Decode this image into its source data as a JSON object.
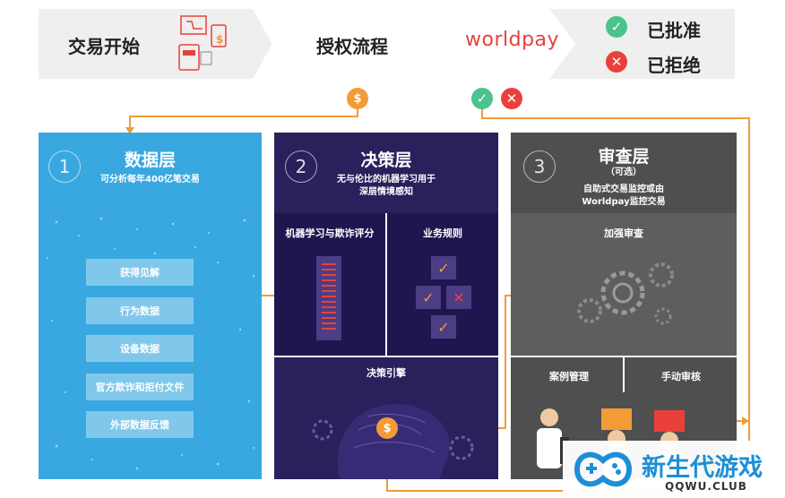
{
  "header": {
    "start_label": "交易开始",
    "auth_label": "授权流程",
    "brand": "worldpay",
    "approved_label": "已批准",
    "declined_label": "已拒绝",
    "approved_icon": "check-icon",
    "declined_icon": "x-icon",
    "dollar_symbol": "$",
    "check_symbol": "✓",
    "x_symbol": "✕"
  },
  "colors": {
    "accent_orange": "#f29b37",
    "approve_green": "#4cc28d",
    "decline_red": "#e8413c",
    "data_blue": "#3aa8e0",
    "decision_purple": "#2b1f5c",
    "review_gray": "#4f4f4f"
  },
  "data_layer": {
    "number": "1",
    "title": "数据层",
    "subtitle": "可分析每年400亿笔交易",
    "items": [
      "获得见解",
      "行为数据",
      "设备数据",
      "官方欺诈和拒付文件",
      "外部数据反馈"
    ]
  },
  "decision_layer": {
    "number": "2",
    "title": "决策层",
    "subtitle_line1": "无与伦比的机器学习用于",
    "subtitle_line2": "深层情境感知",
    "ml_label": "机器学习与欺诈评分",
    "rules_label": "业务规则",
    "engine_label": "决策引擎"
  },
  "review_layer": {
    "number": "3",
    "title": "审查层",
    "optional": "（可选）",
    "subtitle_line1": "自助式交易监控或由",
    "subtitle_line2": "Worldpay监控交易",
    "enhanced_label": "加强审查",
    "case_label": "案例管理",
    "manual_label": "手动审核"
  },
  "watermark": {
    "main": "新生代游戏",
    "sub": "QQWU.CLUB"
  }
}
